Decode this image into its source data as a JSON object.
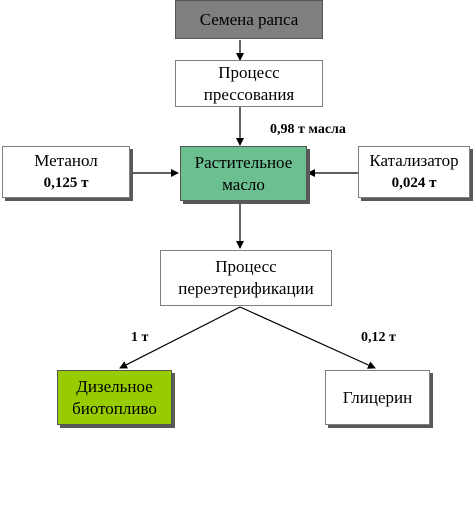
{
  "nodes": {
    "seeds": {
      "text": "Семена рапса",
      "fill": "#7f7f7f"
    },
    "pressing": {
      "line1": "Процесс",
      "line2": "прессования"
    },
    "oil": {
      "line1": "Растительное",
      "line2": "масло",
      "fill": "#6cbf90"
    },
    "methanol": {
      "line1": "Метанол",
      "line2": "0,125 т"
    },
    "catalyst": {
      "line1": "Катализатор",
      "line2": "0,024 т"
    },
    "transesterification": {
      "line1": "Процесс",
      "line2": "переэтерификации"
    },
    "biodiesel": {
      "line1": "Дизельное",
      "line2": "биотопливо",
      "fill": "#99cc00"
    },
    "glycerin": {
      "text": "Глицерин"
    }
  },
  "edges": {
    "pressing_to_oil": "0,98 т масла",
    "to_biodiesel": "1 т",
    "to_glycerin": "0,12 т"
  }
}
